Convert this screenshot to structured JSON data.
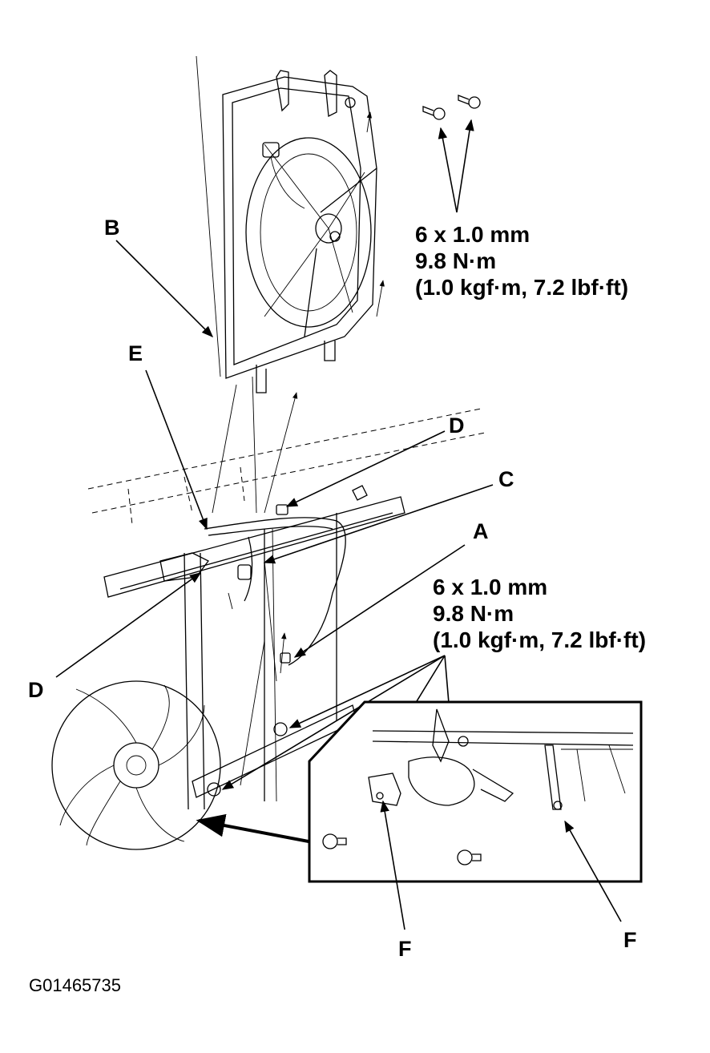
{
  "callouts": {
    "a": "A",
    "b": "B",
    "c": "C",
    "d_upper": "D",
    "d_lower": "D",
    "e": "E",
    "f_left": "F",
    "f_right": "F"
  },
  "torque_spec_upper": {
    "size": "6 x 1.0 mm",
    "torque_nm": "9.8 N·m",
    "torque_alt": "(1.0 kgf·m, 7.2 lbf·ft)"
  },
  "torque_spec_lower": {
    "size": "6 x 1.0 mm",
    "torque_nm": "9.8 N·m",
    "torque_alt": "(1.0 kgf·m, 7.2 lbf·ft)"
  },
  "figure_id": "G01465735"
}
